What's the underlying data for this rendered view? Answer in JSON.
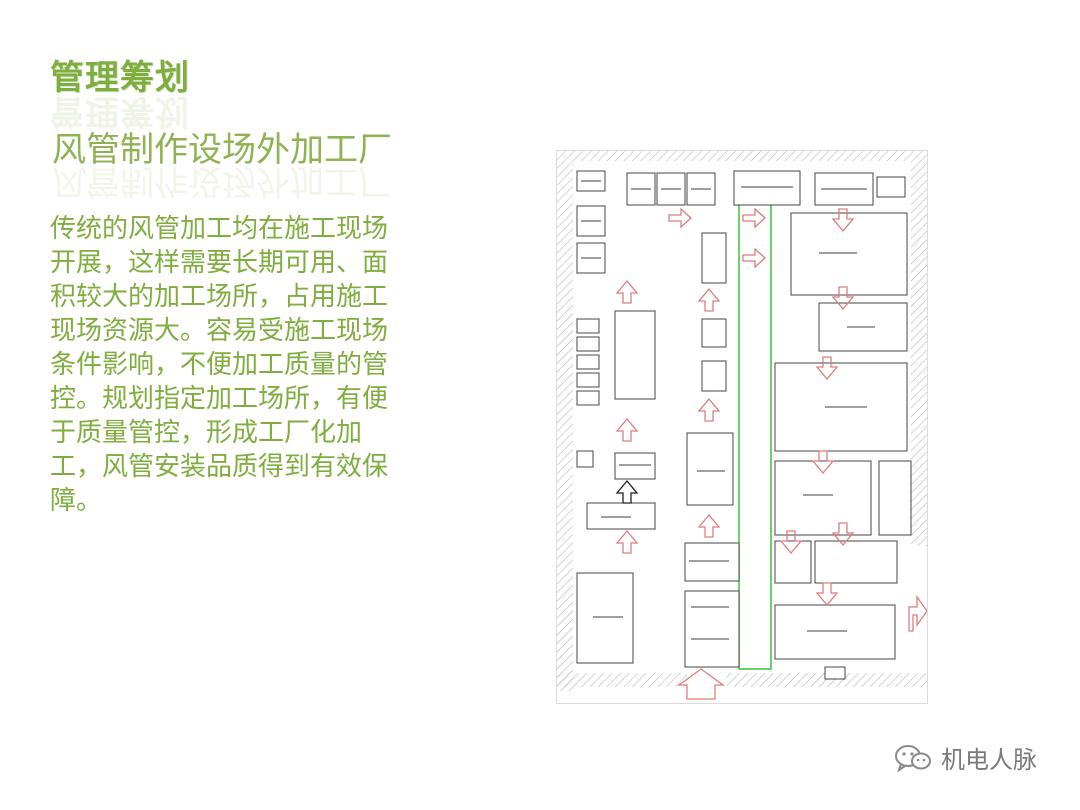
{
  "slide": {
    "title": "管理筹划",
    "subtitle": "风管制作设场外加工厂",
    "body": "传统的风管加工均在施工现场开展，这样需要长期可用、面积较大的加工场所，占用施工现场资源大。容易受施工现场条件影响，不便加工质量的管控。规划指定加工场所，有便于质量管控，形成工厂化加工，风管安装品质得到有效保障。"
  },
  "watermark": {
    "label": "机电人脉",
    "icon": "wechat-icon"
  },
  "colors": {
    "accent": "#7fae3f",
    "arrow": "#e07c7c",
    "path": "#3cc03c"
  }
}
